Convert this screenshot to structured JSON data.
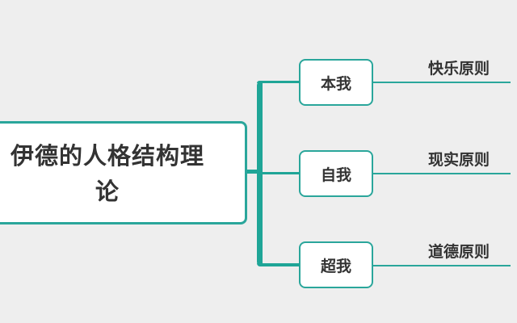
{
  "central_topic": {
    "line1": "伊德的人格结构理",
    "line2": "论"
  },
  "subtopics": [
    {
      "label": "本我",
      "leaf": "快乐原则"
    },
    {
      "label": "自我",
      "leaf": "现实原则"
    },
    {
      "label": "超我",
      "leaf": "道德原则"
    }
  ],
  "colors": {
    "accent": "#1fa597",
    "border": "#2aa69b",
    "text": "#333333",
    "background": "#eeeeee"
  }
}
